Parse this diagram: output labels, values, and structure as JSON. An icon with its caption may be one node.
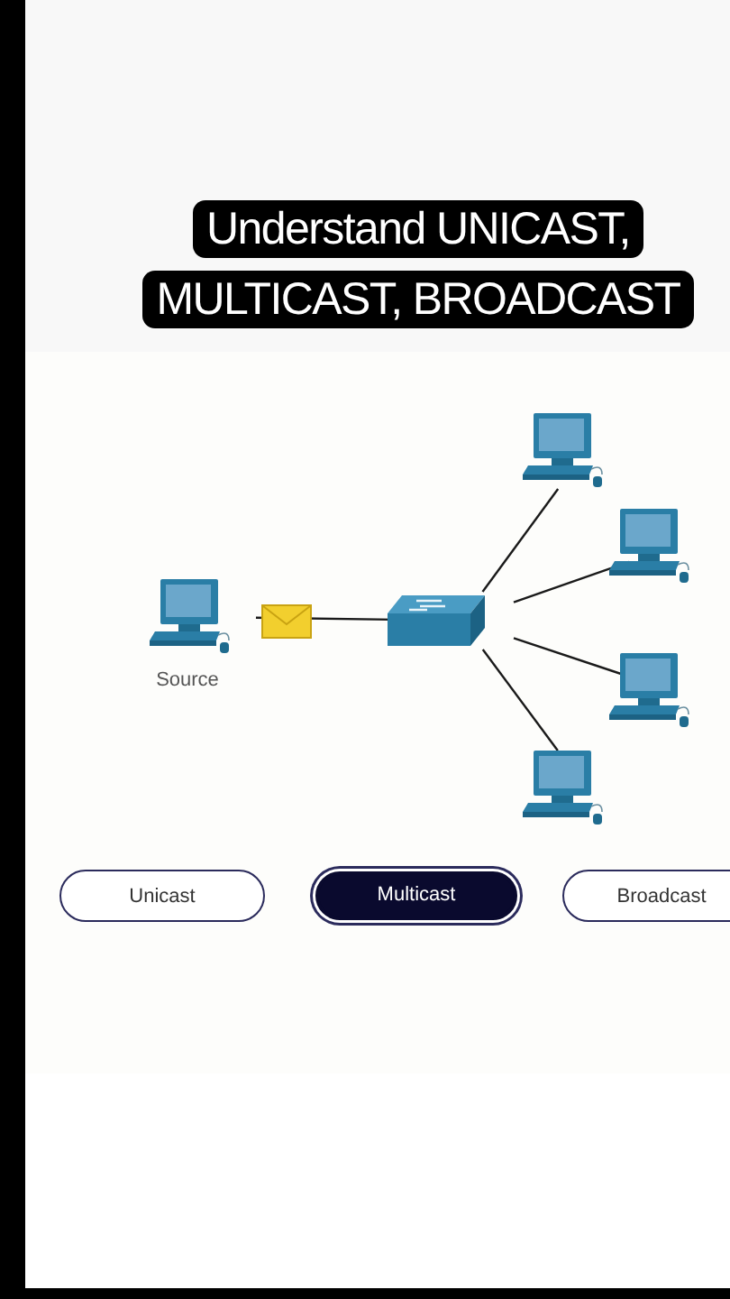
{
  "diagram": {
    "title": "Understand UNICAST, MULTICAST, BROADCAST",
    "nodes": [
      {
        "text": [
          "Source"
        ]
      },
      {
        "text": [],
        "shape": "switch"
      },
      {
        "text": [],
        "shape": "computer"
      },
      {
        "text": [],
        "shape": "computer"
      },
      {
        "text": [],
        "shape": "computer"
      },
      {
        "text": [],
        "shape": "computer"
      }
    ],
    "edges": [
      {
        "from": 0,
        "to": 1,
        "arrow": "none"
      },
      {
        "from": 1,
        "to": 2,
        "arrow": "none"
      },
      {
        "from": 1,
        "to": 3,
        "arrow": "none"
      },
      {
        "from": 1,
        "to": 4,
        "arrow": "none"
      },
      {
        "from": 1,
        "to": 5,
        "arrow": "none"
      }
    ],
    "labels": [
      "Unicast",
      "Multicast",
      "Broadcast"
    ]
  }
}
